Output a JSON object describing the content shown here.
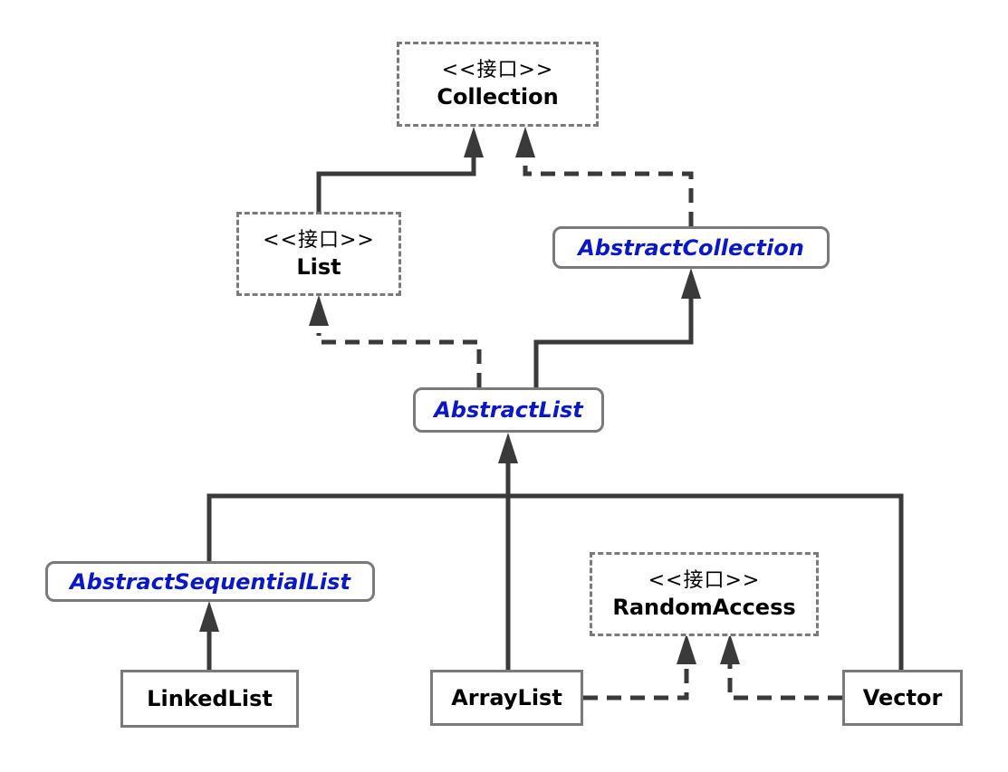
{
  "nodes": {
    "collection": {
      "stereotype": "<<接口>>",
      "name": "Collection"
    },
    "list": {
      "stereotype": "<<接口>>",
      "name": "List"
    },
    "abstract_collection": {
      "name": "AbstractCollection"
    },
    "abstract_list": {
      "name": "AbstractList"
    },
    "abstract_sequential_list": {
      "name": "AbstractSequentialList"
    },
    "random_access": {
      "stereotype": "<<接口>>",
      "name": "RandomAccess"
    },
    "linked_list": {
      "name": "LinkedList"
    },
    "array_list": {
      "name": "ArrayList"
    },
    "vector": {
      "name": "Vector"
    }
  },
  "colors": {
    "line": "#3a3a3a",
    "border": "#7a7a7a",
    "abstract_text": "#0a18c8"
  }
}
